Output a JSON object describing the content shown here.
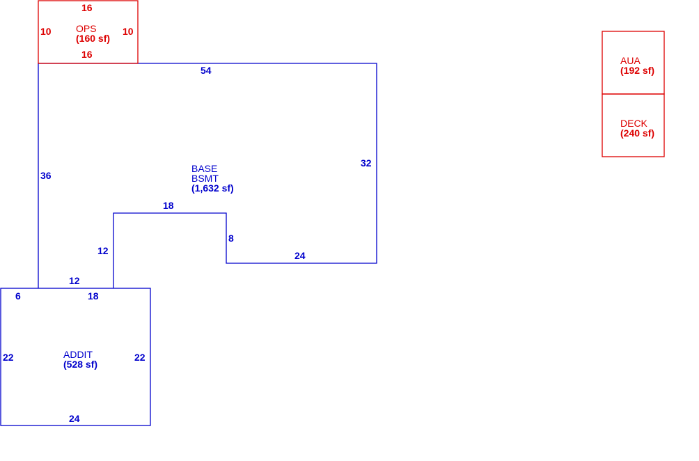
{
  "colors": {
    "main": "#0000cc",
    "accessory": "#dd0000",
    "background": "#ffffff"
  },
  "areas": {
    "base": {
      "code1": "BASE",
      "code2": "BSMT",
      "area": "(1,632 sf)",
      "dims": {
        "top": "54",
        "right": "32",
        "inner_bottom": "24",
        "notch_right": "8",
        "notch_top": "18",
        "notch_left": "12",
        "bottom_left": "12",
        "left": "36"
      }
    },
    "addit": {
      "code": "ADDIT",
      "area": "(528 sf)",
      "dims": {
        "top_left": "6",
        "top_right": "18",
        "left": "22",
        "right": "22",
        "bottom": "24"
      }
    },
    "ops": {
      "code": "OPS",
      "area": "(160 sf)",
      "dims": {
        "top": "16",
        "bottom": "16",
        "left": "10",
        "right": "10"
      }
    },
    "aua": {
      "code": "AUA",
      "area": "(192 sf)"
    },
    "deck": {
      "code": "DECK",
      "area": "(240 sf)"
    }
  }
}
